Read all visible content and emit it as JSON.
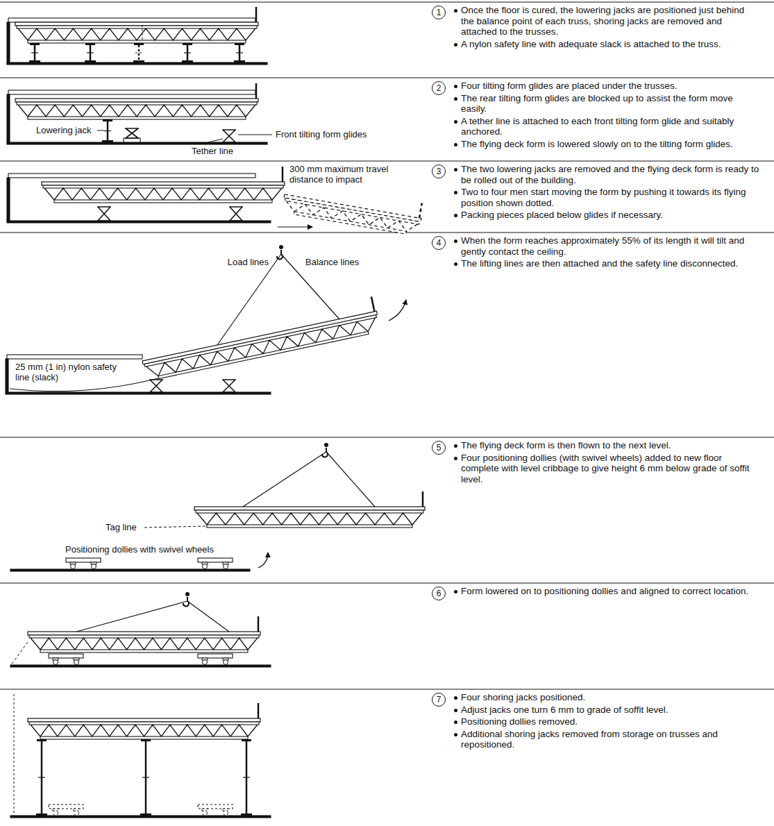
{
  "diagram": {
    "nodes": [
      {
        "text": [
          "1"
        ]
      },
      {
        "text": [
          "2"
        ]
      },
      {
        "text": [
          "3"
        ]
      },
      {
        "text": [
          "4"
        ]
      },
      {
        "text": [
          "5"
        ]
      },
      {
        "text": [
          "6"
        ]
      },
      {
        "text": [
          "7"
        ]
      }
    ],
    "labels": [
      "Once the floor is cured, the lowering jacks are positioned just behind the balance point of each truss, shoring jacks are removed and attached to the trusses.",
      "A nylon safety line with adequate slack is attached to the truss.",
      "Four tilting form glides are placed under the trusses.",
      "The rear tilting form glides are blocked up to assist the form move easily.",
      "A tether line is attached to each front tilting form glide and suitably anchored.",
      "The flying deck form is lowered slowly on to the tilting form glides.",
      "Lowering jack",
      "Front tilting form glides",
      "Tether line",
      "The two lowering jacks are removed and the flying deck form is ready to be rolled out of the building.",
      "Two to four men start moving the form by pushing it towards its flying position shown dotted.",
      "Packing pieces placed below glides if necessary.",
      "300 mm maximum travel distance to impact",
      "When the form reaches approximately 55% of its length it will tilt and gently contact the ceiling.",
      "The lifting lines are then attached and the safety line disconnected.",
      "Load lines",
      "Balance lines",
      "25 mm (1 in) nylon safety line (slack)",
      "The flying deck form is then flown to the next level.",
      "Four positioning dollies (with swivel wheels) added to new floor complete with level cribbage to give height 6 mm below grade of soffit level.",
      "Tag line",
      "Positioning dollies with swivel wheels",
      "Form lowered on to positioning dollies and aligned to correct location.",
      "Four shoring jacks positioned.",
      "Adjust jacks one turn 6 mm to grade of soffit level.",
      "Positioning dollies removed.",
      "Additional shoring jacks removed from storage on trusses and repositioned."
    ]
  }
}
